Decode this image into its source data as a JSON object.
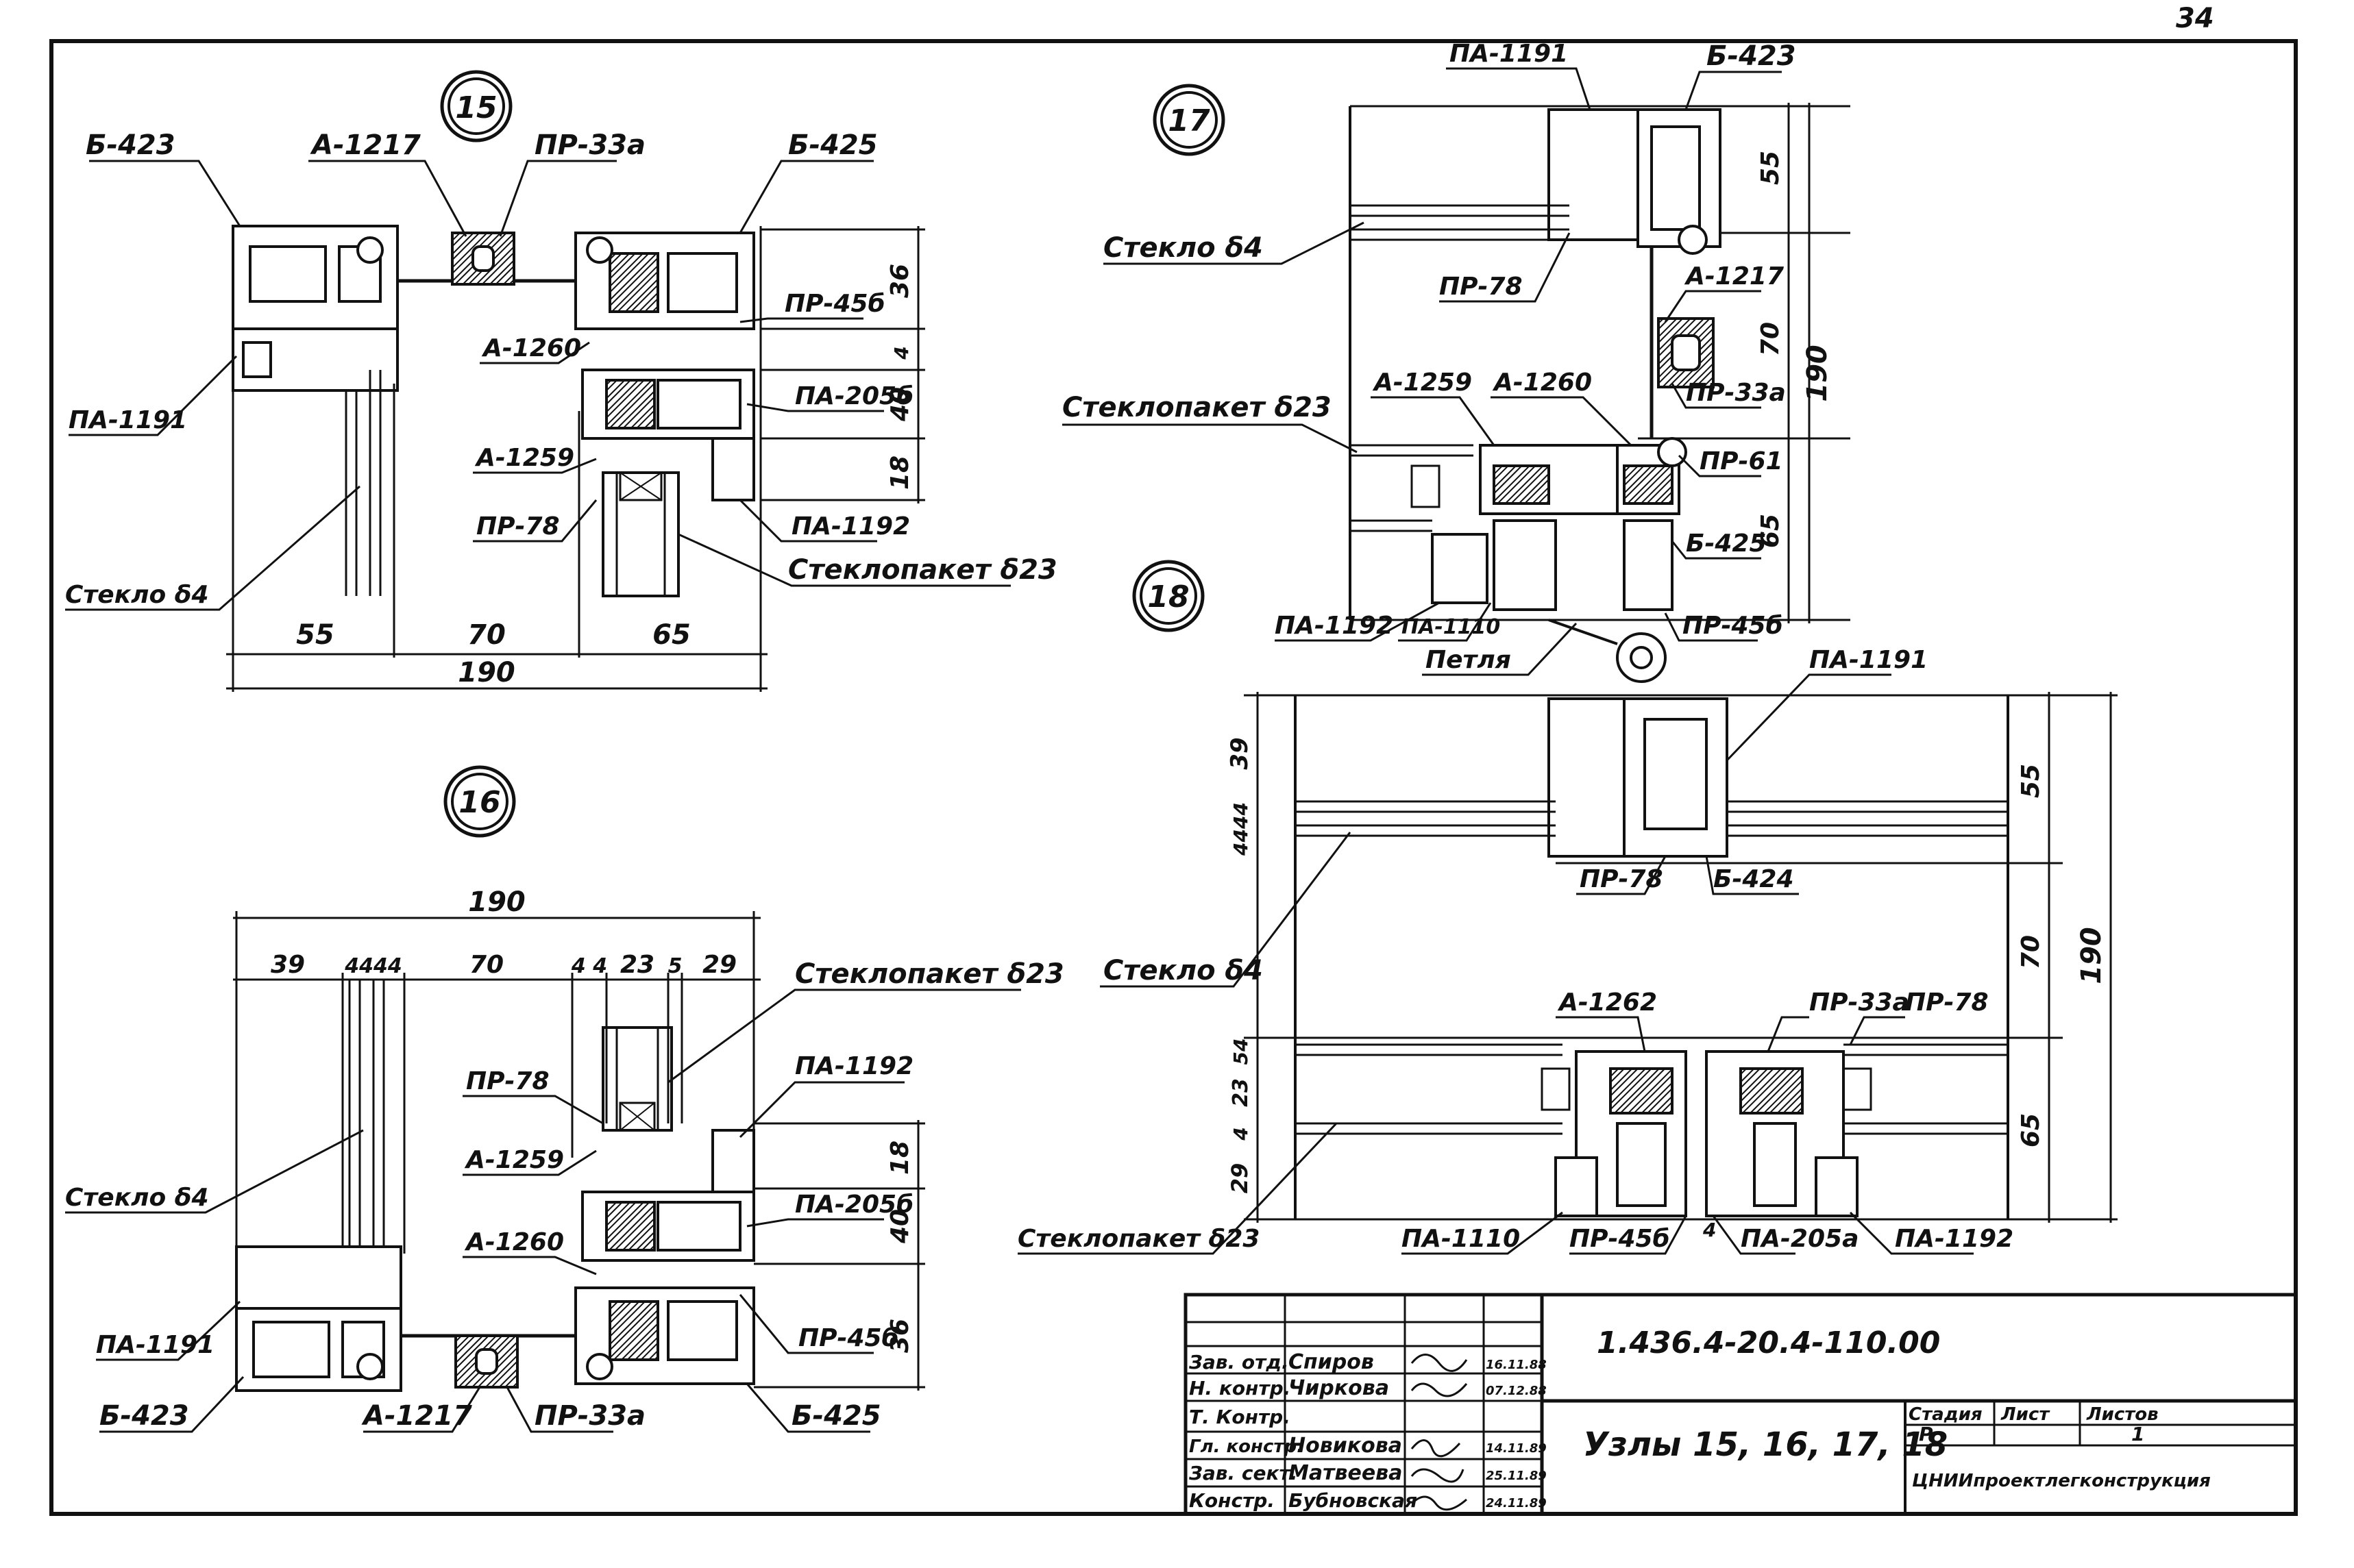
{
  "sheet": {
    "page_number": "34",
    "document_code": "1.436.4-20.4-110.00",
    "sheet_title": "Узлы 15, 16, 17, 18",
    "organization": "ЦНИИпроектлегконструкция",
    "stage_header": "Стадия",
    "sheet_header": "Лист",
    "sheets_header": "Листов",
    "stage_value": "Р",
    "sheet_value": "1",
    "signatures": [
      {
        "role": "Зав. отд.",
        "name": "Спиров",
        "date": "16.11.88"
      },
      {
        "role": "Н. контр.",
        "name": "Чиркова",
        "date": "07.12.88"
      },
      {
        "role": "Т. Контр.",
        "name": "",
        "date": ""
      },
      {
        "role": "Гл. констр.",
        "name": "Новикова",
        "date": "14.11.89"
      },
      {
        "role": "Зав. сект.",
        "name": "Матвеева",
        "date": "25.11.89"
      },
      {
        "role": "Констр.",
        "name": "Бубновская",
        "date": "24.11.89"
      }
    ]
  },
  "nodes": {
    "n15": {
      "number": "15",
      "labels": {
        "b423": "Б-423",
        "a1217": "А-1217",
        "pr33a": "ПР-33а",
        "b425": "Б-425",
        "pr45b": "ПР-45б",
        "a1260": "А-1260",
        "pa205b": "ПА-205б",
        "pa1191": "ПА-1191",
        "a1259": "А-1259",
        "pr78": "ПР-78",
        "pa1192": "ПА-1192",
        "steklo": "Стекло δ4",
        "steklopaket": "Стеклопакет δ23"
      },
      "dims": {
        "d55": "55",
        "d70": "70",
        "d65": "65",
        "d190": "190",
        "v36": "36",
        "v4": "4",
        "v40": "40",
        "v18": "18"
      }
    },
    "n16": {
      "number": "16",
      "labels": {
        "steklopaket": "Стеклопакет δ23",
        "pa1192": "ПА-1192",
        "pr78": "ПР-78",
        "a1259": "А-1259",
        "steklo": "Стекло δ4",
        "pa205b": "ПА-205б",
        "a1260": "А-1260",
        "pa1191": "ПА-1191",
        "pr45b": "ПР-45б",
        "b423": "Б-423",
        "a1217": "А-1217",
        "pr33a": "ПР-33а",
        "b425": "Б-425"
      },
      "dims": {
        "d190": "190",
        "d39": "39",
        "d4444": "4444",
        "d70": "70",
        "d44": "4 4",
        "d23": "23",
        "d5": "5",
        "d29": "29",
        "v18": "18",
        "v40": "40",
        "v36": "36"
      }
    },
    "n17": {
      "number": "17",
      "labels": {
        "pa1191": "ПА-1191",
        "b423": "Б-423",
        "steklo": "Стекло δ4",
        "pr78": "ПР-78",
        "a1217": "А-1217",
        "steklopaket": "Стеклопакет δ23",
        "a1259": "А-1259",
        "a1260": "А-1260",
        "pr33a": "ПР-33а",
        "pr61": "ПР-61",
        "b425": "Б-425",
        "pa1192": "ПА-1192",
        "pa1110": "ПА-1110",
        "petlya": "Петля",
        "pr45b": "ПР-45б"
      },
      "dims": {
        "v55": "55",
        "v70": "70",
        "v190": "190",
        "v65": "65"
      }
    },
    "n18": {
      "number": "18",
      "labels": {
        "pa1191": "ПА-1191",
        "pr78": "ПР-78",
        "b424": "Б-424",
        "steklo": "Стекло δ4",
        "a1262": "А-1262",
        "pr33a": "ПР-33а",
        "pr78b": "ПР-78",
        "steklopaket": "Стеклопакет δ23",
        "pa1110": "ПА-1110",
        "pr45b": "ПР-45б",
        "pa205a": "ПА-205а",
        "pa1192": "ПА-1192"
      },
      "dims": {
        "v39": "39",
        "v4444": "4444",
        "v55": "55",
        "v70": "70",
        "v190": "190",
        "v65": "65",
        "v54": "54",
        "v23": "23",
        "v4": "4",
        "v29": "29",
        "h4": "4"
      }
    }
  }
}
